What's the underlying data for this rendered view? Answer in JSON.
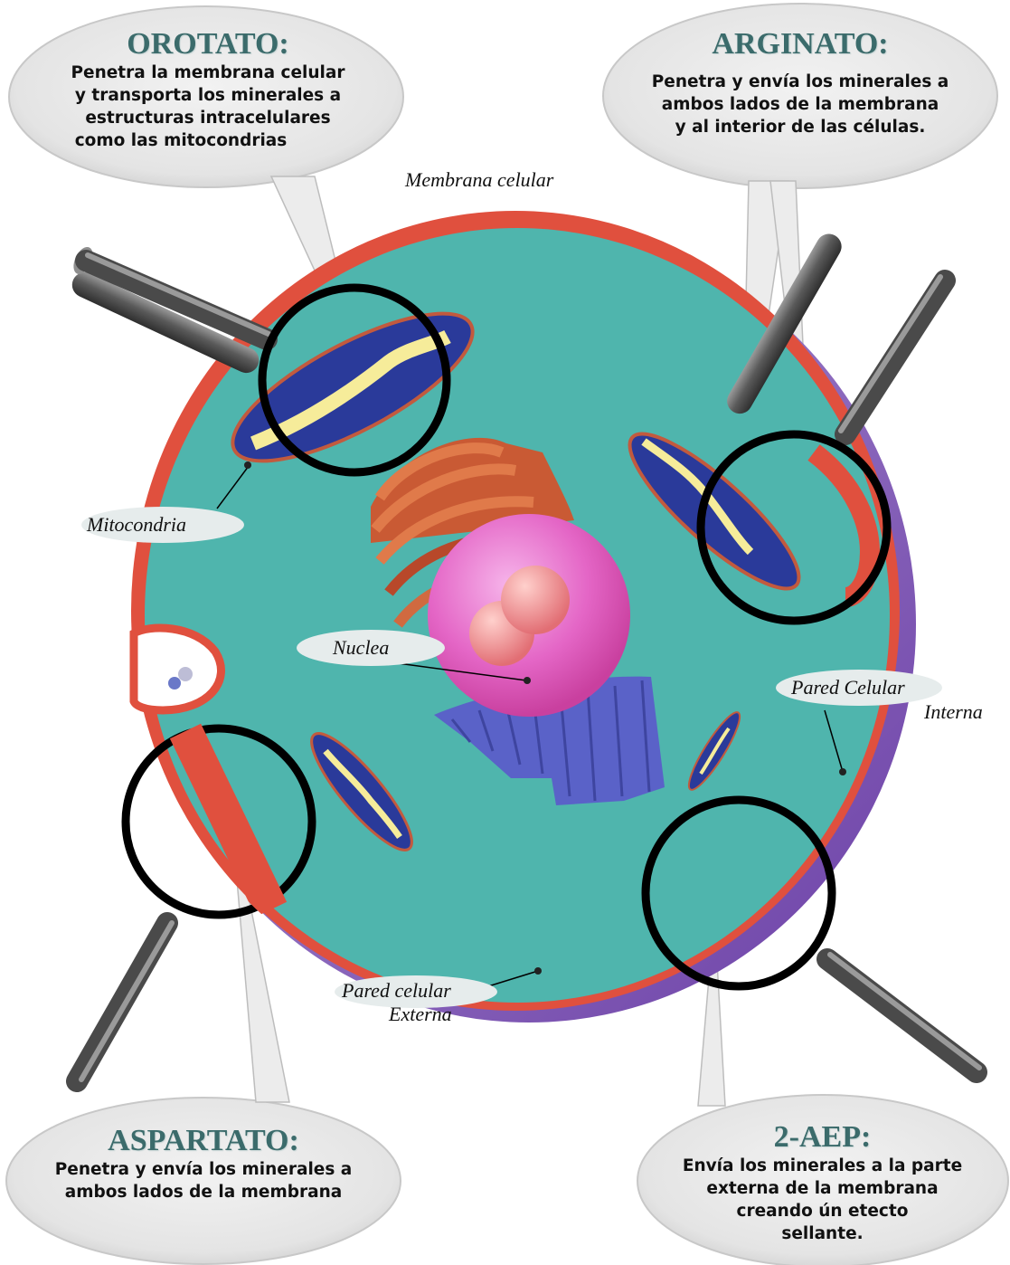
{
  "callouts": {
    "orotato": {
      "title": "OROTATO:",
      "lines": [
        "Penetra la membrana celular",
        "y transporta los minerales a",
        "estructuras intracelulares",
        "como las mitocondrias"
      ]
    },
    "arginato": {
      "title": "ARGINATO:",
      "lines": [
        "Penetra y envía los minerales a",
        "ambos lados de la membrana",
        "y al interior de las células."
      ]
    },
    "aspartato": {
      "title": "ASPARTATO:",
      "lines": [
        "Penetra y envía los minerales a",
        "ambos lados de la membrana"
      ]
    },
    "aep": {
      "title": "2-AEP:",
      "lines": [
        "Envía los minerales a la parte",
        "externa de la membrana",
        "creando ún etecto",
        "sellante."
      ]
    }
  },
  "labels": {
    "membrana_celular": "Membrana celular",
    "mitocondria": "Mitocondria",
    "nuclea": "Nuclea",
    "pared_interna_1": "Pared Celular",
    "pared_interna_2": "Interna",
    "pared_externa_1": "Pared celular",
    "pared_externa_2": "Externa"
  },
  "colors": {
    "cytoplasm": "#4fb5ad",
    "membrane": "#e0503e",
    "outer_wall": "#8a63b8",
    "mitochondria": "#2a3a9a",
    "cristae": "#f6ec9a",
    "nucleus": "#e468c4",
    "nucleolus": "#f08a8a",
    "golgi": "#d8613b",
    "er": "#5a62c8",
    "title": "#3b6b6b"
  }
}
